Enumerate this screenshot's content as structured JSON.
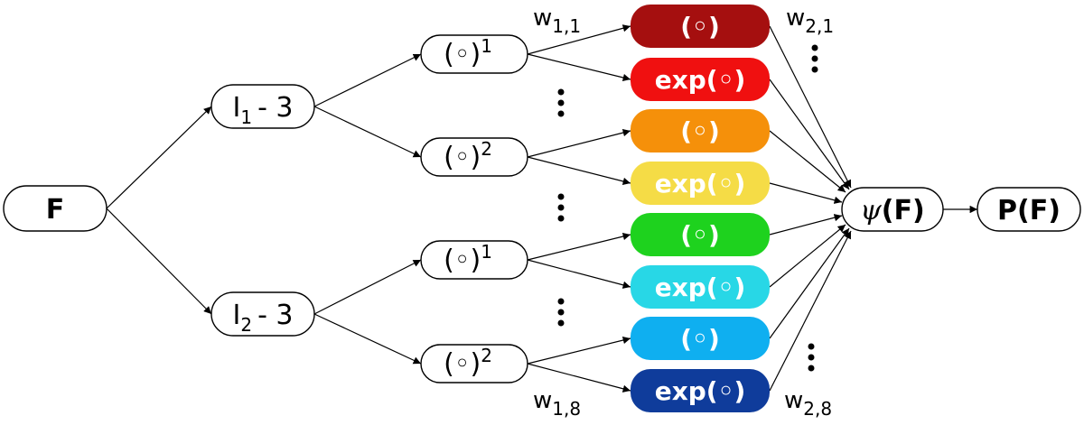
{
  "input": {
    "label": "F"
  },
  "invariants": [
    {
      "base": "I",
      "sub": "1",
      "rest": "- 3"
    },
    {
      "base": "I",
      "sub": "2",
      "rest": "- 3"
    }
  ],
  "powers": [
    {
      "base": "(◦)",
      "sup": "1"
    },
    {
      "base": "(◦)",
      "sup": "2"
    },
    {
      "base": "(◦)",
      "sup": "1"
    },
    {
      "base": "(◦)",
      "sup": "2"
    }
  ],
  "activations": [
    {
      "label": "(◦)",
      "color": "#a50f0f",
      "text_color": "#ffffff"
    },
    {
      "label": "exp(◦)",
      "color": "#f01010",
      "text_color": "#ffffff"
    },
    {
      "label": "(◦)",
      "color": "#f5900a",
      "text_color": "#ffffff"
    },
    {
      "label": "exp(◦)",
      "color": "#f5dc46",
      "text_color": "#ffffff"
    },
    {
      "label": "(◦)",
      "color": "#1ed21e",
      "text_color": "#ffffff"
    },
    {
      "label": "exp(◦)",
      "color": "#28d7e6",
      "text_color": "#ffffff"
    },
    {
      "label": "(◦)",
      "color": "#0faff0",
      "text_color": "#ffffff"
    },
    {
      "label": "exp(◦)",
      "color": "#0f3c9b",
      "text_color": "#ffffff"
    }
  ],
  "weights": {
    "w1_first": {
      "base": "w",
      "sub": "1,1"
    },
    "w1_last": {
      "base": "w",
      "sub": "1,8"
    },
    "w2_first": {
      "base": "w",
      "sub": "2,1"
    },
    "w2_last": {
      "base": "w",
      "sub": "2,8"
    }
  },
  "potential": {
    "symbol": "ψ",
    "arg": "(F)"
  },
  "output": {
    "symbol": "P",
    "arg": "(F)"
  }
}
